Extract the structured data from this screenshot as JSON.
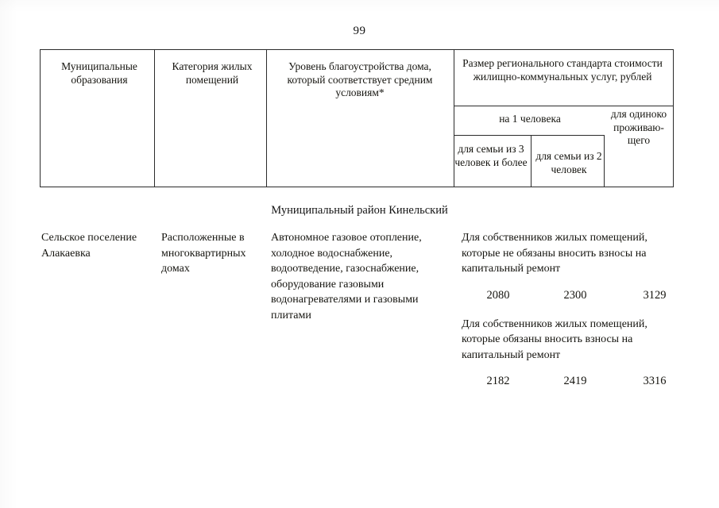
{
  "page": {
    "number": "99"
  },
  "table": {
    "headers": {
      "municipalities": "Муниципальные образования",
      "housing_category": "Категория жилых помещений",
      "amenity_level": "Уровень благоустройства дома, который соответствует средним условиям*",
      "standard_size": "Размер регионального стандарта стоимости жилищно-коммунальных услуг, рублей",
      "per_person": "на 1 человека",
      "single_resident": "для одиноко проживаю-щего",
      "family_of_3": "для семьи из 3 человек и более",
      "family_of_2": "для семьи из 2 человек"
    }
  },
  "district": {
    "caption": "Муниципальный район Кинельский"
  },
  "row": {
    "settlement": "Сельское поселение Алакаевка",
    "housing_category": "Расположенные в многоквартирных домах",
    "amenity_level": "Автономное газовое отопление, холодное водоснабжение, водоотведение, газоснабжение, оборудование газовыми водонагревателями и газовыми плитами",
    "group_1": {
      "label": "Для собственников жилых помещений, которые не обязаны вносить взносы на капитальный ремонт",
      "family_of_3": "2080",
      "family_of_2": "2300",
      "single_resident": "3129"
    },
    "group_2": {
      "label": "Для собственников  жилых помещений, которые обязаны вносить взносы на капитальный ремонт",
      "family_of_3": "2182",
      "family_of_2": "2419",
      "single_resident": "3316"
    }
  }
}
